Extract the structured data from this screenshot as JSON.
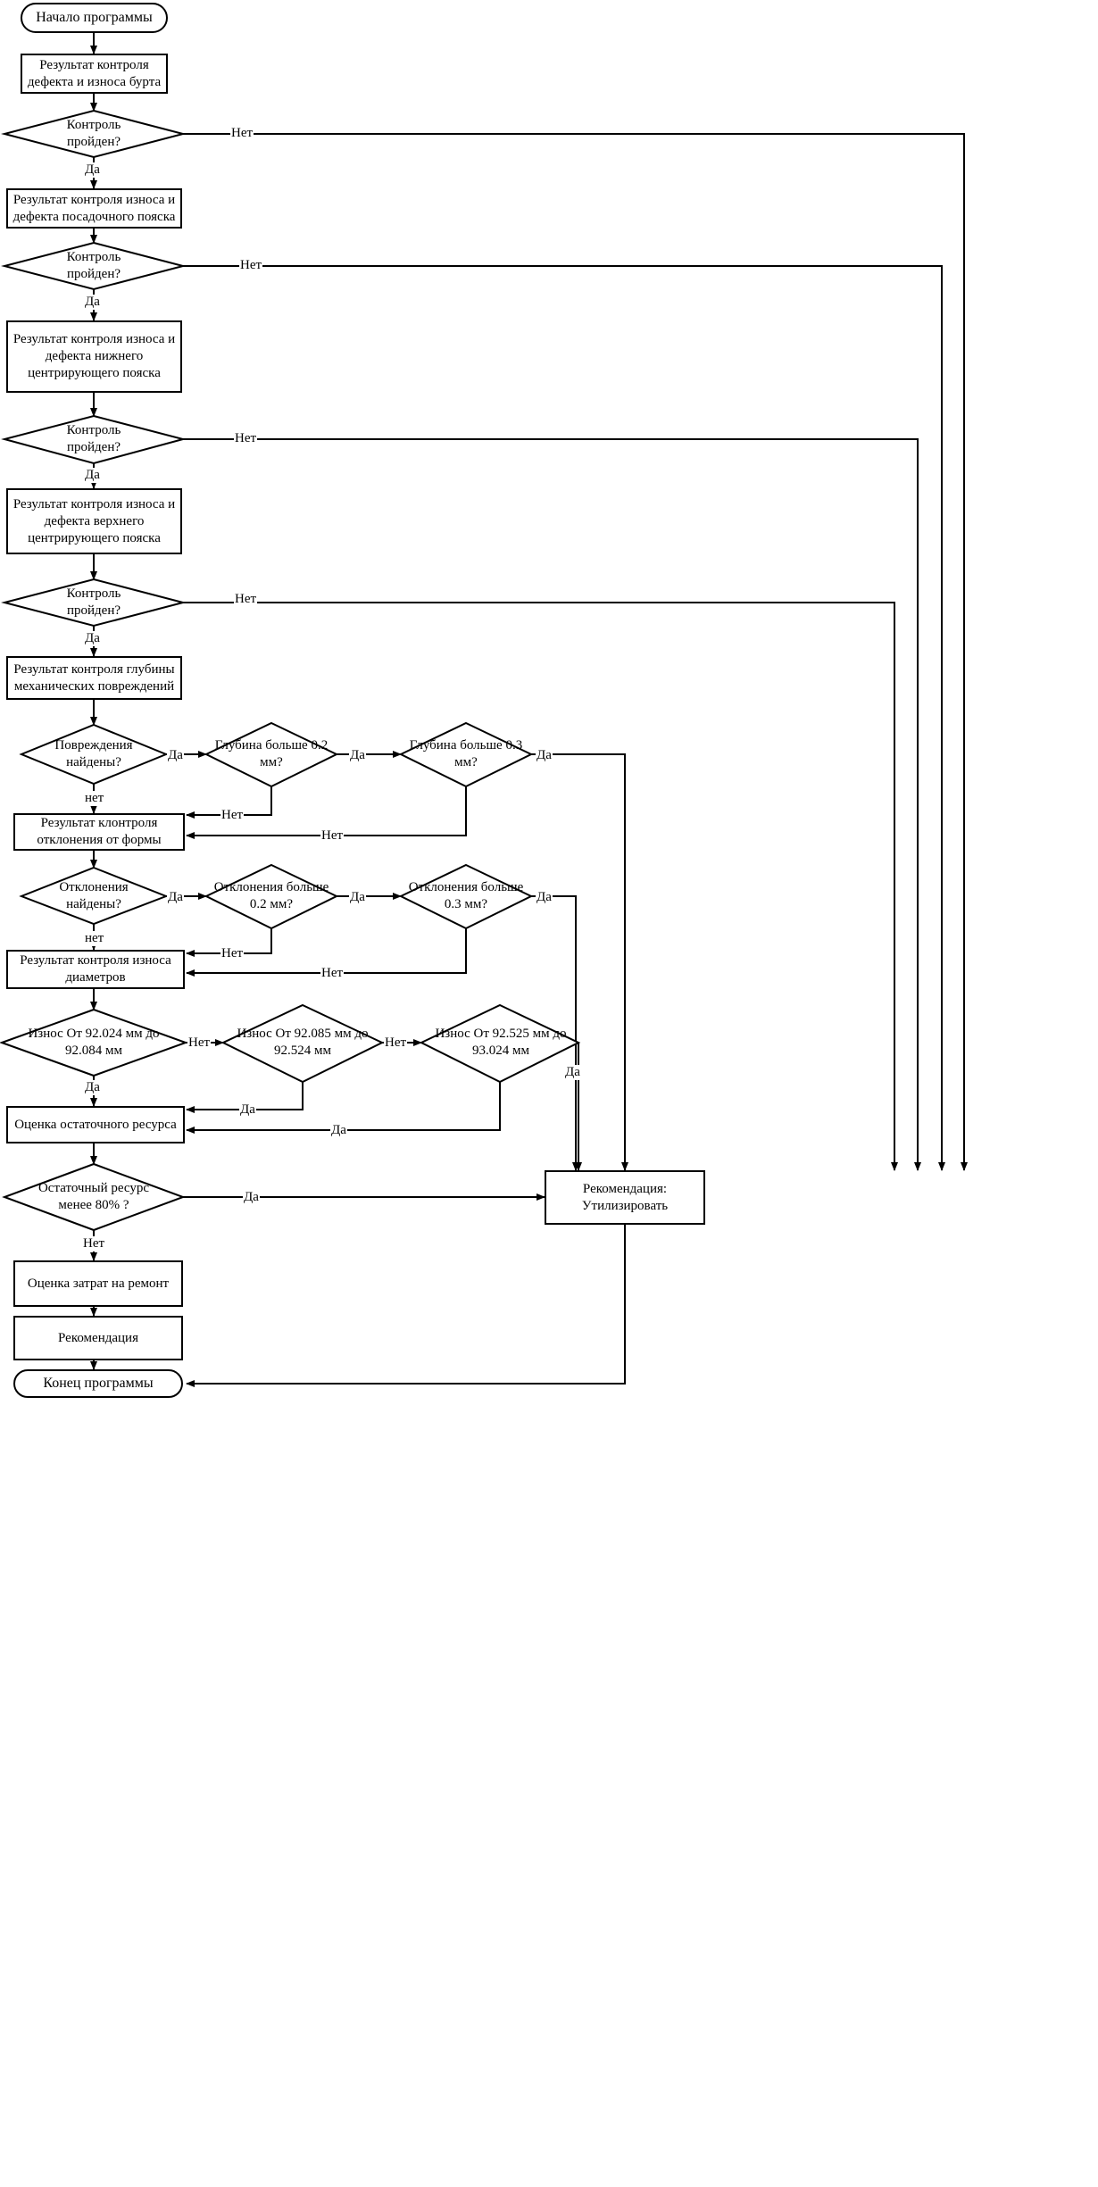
{
  "diagram": {
    "title": "Блок-схема алгоритма оценки состояния детали",
    "language": "ru",
    "colors": {
      "stroke": "#000000",
      "fill": "#ffffff",
      "text": "#000000"
    },
    "nodes": {
      "start": {
        "label": "Начало программы",
        "shape": "terminator"
      },
      "p1": {
        "label": "Результат контроля дефекта и износа бурта",
        "shape": "process"
      },
      "d1": {
        "label": "Контроль пройден?",
        "shape": "decision"
      },
      "p2": {
        "label": "Результат контроля износа и дефекта посадочного пояска",
        "shape": "process"
      },
      "d2": {
        "label": "Контроль пройден?",
        "shape": "decision"
      },
      "p3": {
        "label": "Результат контроля износа и дефекта нижнего центрирующего пояска",
        "shape": "process"
      },
      "d3": {
        "label": "Контроль пройден?",
        "shape": "decision"
      },
      "p4": {
        "label": "Результат контроля износа и дефекта верхнего центрирующего пояска",
        "shape": "process"
      },
      "d4": {
        "label": "Контроль пройден?",
        "shape": "decision"
      },
      "p5": {
        "label": "Результат контроля глубины механических повреждений",
        "shape": "process"
      },
      "d5": {
        "label": "Повреждения найдены?",
        "shape": "decision"
      },
      "d5a": {
        "label": "Глубина больше 0.2 мм?",
        "shape": "decision"
      },
      "d5b": {
        "label": "Глубина больше 0.3 мм?",
        "shape": "decision"
      },
      "p6": {
        "label": "Результат клонтроля отклонения от формы",
        "shape": "process"
      },
      "d6": {
        "label": "Отклонения найдены?",
        "shape": "decision"
      },
      "d6a": {
        "label": "Отклонения больше 0.2 мм?",
        "shape": "decision"
      },
      "d6b": {
        "label": "Отклонения больше 0.3 мм?",
        "shape": "decision"
      },
      "p7": {
        "label": "Результат контроля износа диаметров",
        "shape": "process"
      },
      "d7": {
        "label": "Износ От 92.024 мм до 92.084 мм",
        "shape": "decision"
      },
      "d7a": {
        "label": "Износ От 92.085 мм до 92.524 мм",
        "shape": "decision"
      },
      "d7b": {
        "label": "Износ От 92.525 мм до 93.024 мм",
        "shape": "decision"
      },
      "p8": {
        "label": "Оценка остаточного ресурса",
        "shape": "process"
      },
      "d8": {
        "label": "Остаточный ресурс менее 80% ?",
        "shape": "decision"
      },
      "p9": {
        "label": "Оценка затрат на ремонт",
        "shape": "process"
      },
      "p10": {
        "label": "Рекомендация",
        "shape": "process"
      },
      "utilize": {
        "label": "Рекомендация: Утилизировать",
        "shape": "process"
      },
      "end": {
        "label": "Конец программы",
        "shape": "terminator"
      }
    },
    "edge_labels": {
      "yes": "Да",
      "no": "Нет",
      "no_lower": "нет"
    },
    "edges": [
      {
        "from": "start",
        "to": "p1",
        "label": ""
      },
      {
        "from": "p1",
        "to": "d1",
        "label": ""
      },
      {
        "from": "d1",
        "to": "p2",
        "label": "Да"
      },
      {
        "from": "d1",
        "to": "utilize",
        "label": "Нет"
      },
      {
        "from": "p2",
        "to": "d2",
        "label": ""
      },
      {
        "from": "d2",
        "to": "p3",
        "label": "Да"
      },
      {
        "from": "d2",
        "to": "utilize",
        "label": "Нет"
      },
      {
        "from": "p3",
        "to": "d3",
        "label": ""
      },
      {
        "from": "d3",
        "to": "p4",
        "label": "Да"
      },
      {
        "from": "d3",
        "to": "utilize",
        "label": "Нет"
      },
      {
        "from": "p4",
        "to": "d4",
        "label": ""
      },
      {
        "from": "d4",
        "to": "p5",
        "label": "Да"
      },
      {
        "from": "d4",
        "to": "utilize",
        "label": "Нет"
      },
      {
        "from": "p5",
        "to": "d5",
        "label": ""
      },
      {
        "from": "d5",
        "to": "d5a",
        "label": "Да"
      },
      {
        "from": "d5",
        "to": "p6",
        "label": "нет"
      },
      {
        "from": "d5a",
        "to": "d5b",
        "label": "Да"
      },
      {
        "from": "d5a",
        "to": "p6",
        "label": "Нет"
      },
      {
        "from": "d5b",
        "to": "utilize",
        "label": "Да"
      },
      {
        "from": "d5b",
        "to": "p6",
        "label": "Нет"
      },
      {
        "from": "p6",
        "to": "d6",
        "label": ""
      },
      {
        "from": "d6",
        "to": "d6a",
        "label": "Да"
      },
      {
        "from": "d6",
        "to": "p7",
        "label": "нет"
      },
      {
        "from": "d6a",
        "to": "d6b",
        "label": "Да"
      },
      {
        "from": "d6a",
        "to": "p7",
        "label": "Нет"
      },
      {
        "from": "d6b",
        "to": "utilize",
        "label": "Да"
      },
      {
        "from": "d6b",
        "to": "p7",
        "label": "Нет"
      },
      {
        "from": "p7",
        "to": "d7",
        "label": ""
      },
      {
        "from": "d7",
        "to": "p8",
        "label": "Да"
      },
      {
        "from": "d7",
        "to": "d7a",
        "label": "Нет"
      },
      {
        "from": "d7a",
        "to": "p8",
        "label": "Да"
      },
      {
        "from": "d7a",
        "to": "d7b",
        "label": "Нет"
      },
      {
        "from": "d7b",
        "to": "p8",
        "label": "Да"
      },
      {
        "from": "d7b",
        "to": "utilize",
        "label": "Да"
      },
      {
        "from": "p8",
        "to": "d8",
        "label": ""
      },
      {
        "from": "d8",
        "to": "utilize",
        "label": "Да"
      },
      {
        "from": "d8",
        "to": "p9",
        "label": "Нет"
      },
      {
        "from": "p9",
        "to": "p10",
        "label": ""
      },
      {
        "from": "p10",
        "to": "end",
        "label": ""
      },
      {
        "from": "utilize",
        "to": "end",
        "label": ""
      }
    ]
  },
  "labels": {
    "no_d1": "Нет",
    "no_d2": "Нет",
    "no_d3": "Нет",
    "no_d4": "Нет",
    "yes_d1": "Да",
    "yes_d2": "Да",
    "yes_d3": "Да",
    "yes_d4": "Да",
    "yes_d5": "Да",
    "no_d5": "нет",
    "yes_d5a": "Да",
    "no_d5a": "Нет",
    "yes_d5b": "Да",
    "no_d5b": "Нет",
    "yes_d6": "Да",
    "no_d6": "нет",
    "yes_d6a": "Да",
    "no_d6a": "Нет",
    "yes_d6b": "Да",
    "no_d6b": "Нет",
    "yes_d7": "Да",
    "no_d7": "Нет",
    "yes_d7a": "Да",
    "no_d7a": "Нет",
    "yes_d7b_left": "Да",
    "yes_d7b_right": "Да",
    "yes_d8": "Да",
    "no_d8": "Нет"
  }
}
